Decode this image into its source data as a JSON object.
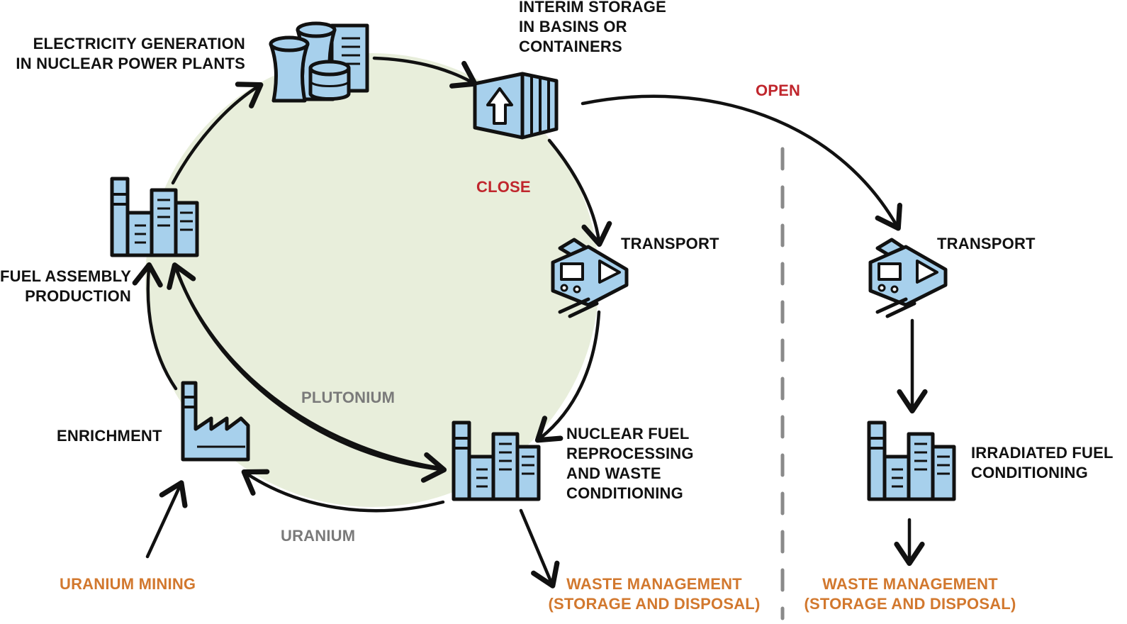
{
  "nodes": {
    "electricity": [
      "ELECTRICITY GENERATION",
      "IN NUCLEAR POWER PLANTS"
    ],
    "interim": [
      "INTERIM STORAGE",
      "IN BASINS OR",
      "CONTAINERS"
    ],
    "transport_closed": "TRANSPORT",
    "transport_open": "TRANSPORT",
    "reprocessing": [
      "NUCLEAR FUEL",
      "REPROCESSING",
      "AND WASTE",
      "CONDITIONING"
    ],
    "irradiated": [
      "IRRADIATED FUEL",
      "CONDITIONING"
    ],
    "fuel_assembly": [
      "FUEL ASSEMBLY",
      "PRODUCTION"
    ],
    "enrichment": "ENRICHMENT",
    "uranium_mining": "URANIUM MINING",
    "waste_closed": [
      "WASTE MANAGEMENT",
      "(STORAGE AND DISPOSAL)"
    ],
    "waste_open": [
      "WASTE MANAGEMENT",
      "(STORAGE AND DISPOSAL)"
    ]
  },
  "cycle_labels": {
    "open": "OPEN",
    "close": "CLOSE",
    "plutonium": "PLUTONIUM",
    "uranium": "URANIUM"
  },
  "colors": {
    "cycle_fill": "#e8eedb",
    "icon_fill": "#a7d0ec",
    "icon_stroke": "#111111",
    "cycle_label_red": "#c0262d",
    "material_label_grey": "#7a7a7a",
    "waste_label_orange": "#d2782e",
    "divider": "#8a8a8a"
  }
}
